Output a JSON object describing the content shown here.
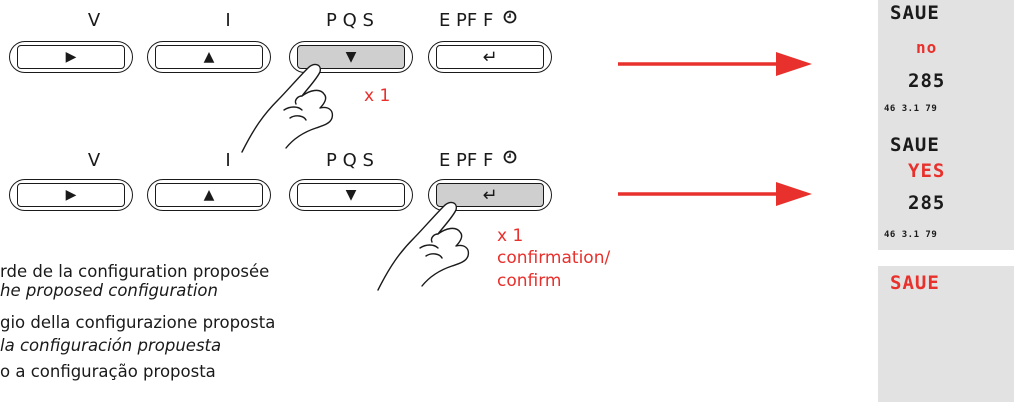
{
  "row1": {
    "keys": [
      {
        "label": "V",
        "symbol": "▶"
      },
      {
        "label": "I",
        "symbol": "▲"
      },
      {
        "label": "P Q S",
        "symbol": "▼"
      },
      {
        "label": "E PF F",
        "symbol": "↵"
      }
    ],
    "press_note": "x 1"
  },
  "row2": {
    "keys": [
      {
        "label": "V",
        "symbol": "▶"
      },
      {
        "label": "I",
        "symbol": "▲"
      },
      {
        "label": "P Q S",
        "symbol": "▼"
      },
      {
        "label": "E PF F",
        "symbol": "↵"
      }
    ],
    "press_note": "x 1",
    "confirm_line1": "confirmation/",
    "confirm_line2": "confirm"
  },
  "captions": [
    "rde de la configuration proposée",
    "he proposed configuration",
    "gio della configurazione proposta",
    "la configuración propuesta",
    "o a configuração proposta"
  ],
  "displays": [
    {
      "line1": "SAUE",
      "line2": "no",
      "line3": "285",
      "line4": "46 3.1 79"
    },
    {
      "line1": "SAUE",
      "line2": "YES",
      "line3": "285",
      "line4": "46 3.1 79"
    },
    {
      "line1": "SAUE"
    }
  ],
  "colors": {
    "accent": "#e8302c",
    "panel": "#e2e2e2"
  }
}
